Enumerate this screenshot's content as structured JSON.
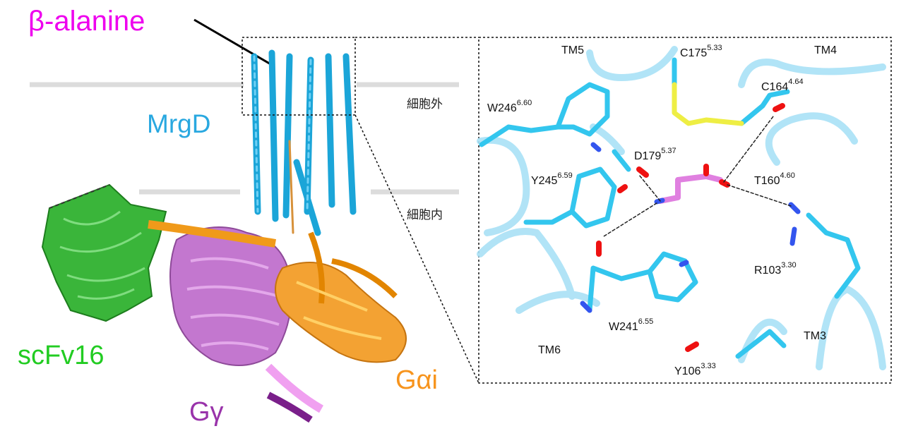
{
  "colors": {
    "ligand": "#ee00ee",
    "receptor": "#29a8e0",
    "scfv": "#22cc22",
    "gamma": "#9933aa",
    "galpha": "#f7941d",
    "stick": "#33c6ee",
    "oxygen": "#ee1111",
    "nitrogen": "#3355ee",
    "sulfur": "#eeee44",
    "ligand_stick": "#e080e0"
  },
  "overview": {
    "ligand_label": "β-alanine",
    "receptor_label": "MrgD",
    "extracellular_label": "細胞外",
    "intracellular_label": "細胞内",
    "scfv_label": "scFv16",
    "gamma_label": "Gγ",
    "galpha_label": "Gαi"
  },
  "pocket": {
    "helices": [
      {
        "name": "TM5"
      },
      {
        "name": "TM4"
      },
      {
        "name": "TM6"
      },
      {
        "name": "TM3"
      }
    ],
    "residues": [
      {
        "name": "C175",
        "bw": "5.33"
      },
      {
        "name": "C164",
        "bw": "4.64"
      },
      {
        "name": "W246",
        "bw": "6.60"
      },
      {
        "name": "D179",
        "bw": "5.37"
      },
      {
        "name": "Y245",
        "bw": "6.59"
      },
      {
        "name": "T160",
        "bw": "4.60"
      },
      {
        "name": "R103",
        "bw": "3.30"
      },
      {
        "name": "W241",
        "bw": "6.55"
      },
      {
        "name": "Y106",
        "bw": "3.33"
      }
    ]
  }
}
